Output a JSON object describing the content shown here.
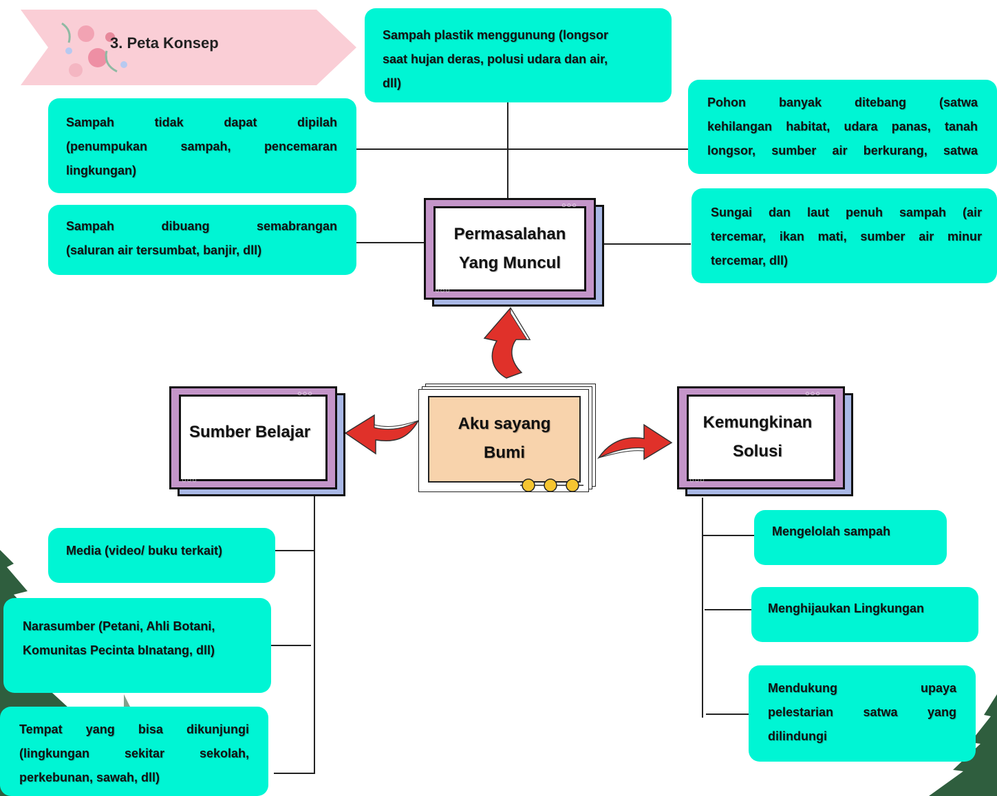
{
  "header": {
    "title": "3. Peta Konsep",
    "icon": "floral-banner-icon",
    "banner_color": "#f9c5cf"
  },
  "colors": {
    "node": "#00f5d4",
    "frame_front": "#c495c9",
    "frame_back": "#a9b8e6",
    "center": "#f8d3ac",
    "arrow": "#e0312a"
  },
  "center": {
    "line1": "Aku sayang",
    "line2": "Bumi"
  },
  "problem_hub": {
    "line1": "Permasalahan",
    "line2": "Yang Muncul"
  },
  "source_hub": {
    "label": "Sumber Belajar"
  },
  "solution_hub": {
    "line1": "Kemungkinan",
    "line2": "Solusi"
  },
  "problems": [
    {
      "lines": [
        "Sampah plastik menggunung (longsor",
        "saat hujan deras, polusi udara dan air,",
        "dll)"
      ]
    },
    {
      "lines": [
        "Sampah tidak dapat dipilah",
        "(penumpukan sampah, pencemaran",
        "lingkungan)"
      ]
    },
    {
      "lines": [
        "Pohon banyak ditebang (satwa",
        "kehilangan habitat, udara panas, tanah",
        "longsor, sumber air berkurang, satwa"
      ]
    },
    {
      "lines": [
        "Sampah dibuang semabrangan",
        "(saluran air tersumbat, banjir, dll)"
      ]
    },
    {
      "lines": [
        "Sungai dan laut penuh sampah (air",
        "tercemar, ikan mati, sumber air minur",
        "tercemar, dll)"
      ]
    }
  ],
  "sources": [
    {
      "lines": [
        "Media (video/ buku terkait)"
      ]
    },
    {
      "lines": [
        "Narasumber (Petani, Ahli Botani,",
        "Komunitas Pecinta bInatang, dll)"
      ]
    },
    {
      "lines": [
        "Tempat yang bisa dikunjungi",
        "(lingkungan sekitar sekolah,",
        "perkebunan, sawah, dll)"
      ]
    }
  ],
  "solutions": [
    {
      "lines": [
        "Mengelolah sampah"
      ]
    },
    {
      "lines": [
        "Menghijaukan Lingkungan"
      ]
    },
    {
      "lines": [
        "Mendukung upaya",
        "pelestarian satwa yang",
        "dilindungi"
      ]
    }
  ]
}
